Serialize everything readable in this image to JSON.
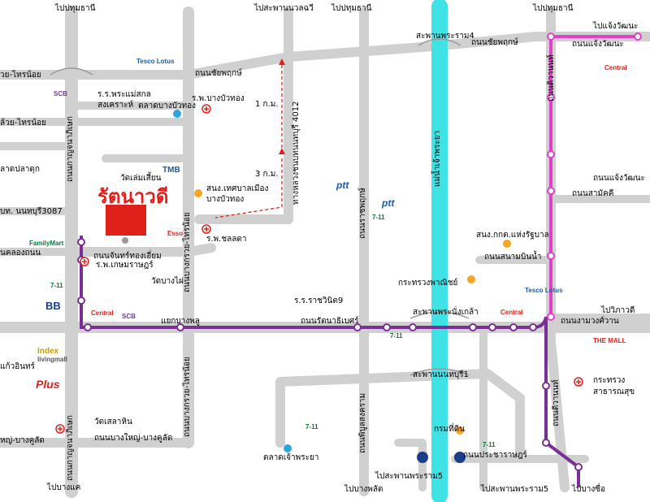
{
  "project_name": "รัตนาวดี",
  "colors": {
    "road": "#d0d0d0",
    "river": "#3fe3e6",
    "purple_line": "#7a2f93",
    "pink_line": "#e040c8",
    "station": "#ffffff",
    "project_marker": "#e0201b",
    "dashed": "#e0201b",
    "dot_orange": "#f5a623",
    "dot_blue": "#2ba6e0"
  },
  "edge_labels": {
    "top_1": "ไปปทุมธานี",
    "top_2": "ไปสะพานนวลฉวี",
    "top_3": "ไปปทุมธานี",
    "top_4": "ไปปทุมธานี",
    "top_right": "ไปแจ้งวัฒนะ",
    "right_mid": "ไปวิภาวดี",
    "bottom_1": "ไปบางแค",
    "bottom_2": "ไปสะพานพระราม5",
    "bottom_3": "ไปบางพลัด",
    "bottom_4": "ไปสะพานพระราม5",
    "bottom_5": "ไปบางซื่อ"
  },
  "left_roads": {
    "r1": "วย-ไทรน้อย",
    "r2": "ล้วย-ไทรน้อย",
    "r3": "ลาดปลาดุก",
    "r4": "บท. นนทบุรี3087",
    "r5": "นคลองถนน",
    "r6": "แก้วอินทร์",
    "r7": "หญ่-บางคูลัด"
  },
  "roads": {
    "chaiyapruek_1": "ถนนชัยพฤกษ์",
    "chaiyapruek_2": "ถนนชัยพฤกษ์",
    "rama4_bridge": "สะพานพระราม4",
    "chaengwattana_1": "ถนนแจ้งวัฒนะ",
    "chaengwattana_2": "ถนนแจ้งวัฒนะ",
    "samakkhi": "ถนนสามัคคี",
    "chan_thong_iam": "ถนนจันทร์ทองเอี่ยม",
    "sanambinnam": "ถนนสนามบินน้ำ",
    "rattanathibet": "ถนนรัตนาธิเบศร์",
    "nangsuean": "สะพานพระนั่งเกล้า",
    "ngamwongwan": "ถนนงามวงศ์วาน",
    "nonthaburi_bridge": "สะพานนนทบุรี1",
    "bang_yai_bang_kruai": "ถนนบางใหญ่-บางคูลัด",
    "pracharat": "ถนนประชาราษฎร์",
    "kanchanaphisek_1": "ถนนกาญจนาภิเษก",
    "kanchanaphisek_2": "ถนนกาญจนาภิเษก",
    "bang_kruai_sai_noi": "ถนนบางกรวย-ไทรน้อย",
    "highway_4012": "ทางหลวงชนบทนนทบุรี 4012",
    "ratchaphruek": "ถนนราชพฤกษ์",
    "phibun_songkhram": "ถนนพิบูลสงคราม",
    "chaophraya_river": "แม่น้ำเจ้าพระยา",
    "tiwanon_1": "ถนนติวานนท์",
    "tiwanon_2": "ถนนติวานนท์"
  },
  "places": {
    "phramae_hospital": "ร.ร.พระแม่สกลสงเคราะห์",
    "bang_bua_thong_hosp": "ร.พ.บางบัวทอง",
    "bang_bua_thong_market": "ตลาดบางบัวทอง",
    "wat_lem_sai": "วัดเล่มเสี้ยน",
    "municipality": "สนง.เทศบาลเมืองบางบัวทอง",
    "chonlada_hosp": "ร.พ.ชลลดา",
    "kasemrad_hosp": "ร.พ.เกษมราษฎร์",
    "wat_bang_phai": "วัดบางไผ่",
    "bang_phlu_junction": "แยกบางพลู",
    "rajamangala_school": "ร.ร.ราชวินิต9",
    "commerce_ministry": "กระทรวงพาณิชย์",
    "election_office": "สนง.กกต.แห่งรัฐบาล",
    "health_ministry": "กระทรวงสาธารณสุข",
    "wat_salak_hin": "วัดเสลาหิน",
    "chao_phraya_market": "ตลาดเจ้าพระยา",
    "pier": "กรมที่ดิน",
    "one_km": "1 ก.ม.",
    "three_km": "3 ก.ม."
  },
  "brands": {
    "tesco_1": "Tesco Lotus",
    "tesco_2": "Tesco Lotus",
    "scb_1": "SCB",
    "scb_2": "SCB",
    "tmb": "TMB",
    "esso": "Esso",
    "ptt_1": "ptt",
    "ptt_2": "ptt",
    "familymart": "FamilyMart",
    "central_1": "Central",
    "central_2": "Central",
    "central_3": "Central",
    "bb": "BB",
    "index": "Index",
    "livingmall": "livingmall",
    "the_mall": "THE MALL",
    "plus": "Plus",
    "seven": "7-11"
  }
}
